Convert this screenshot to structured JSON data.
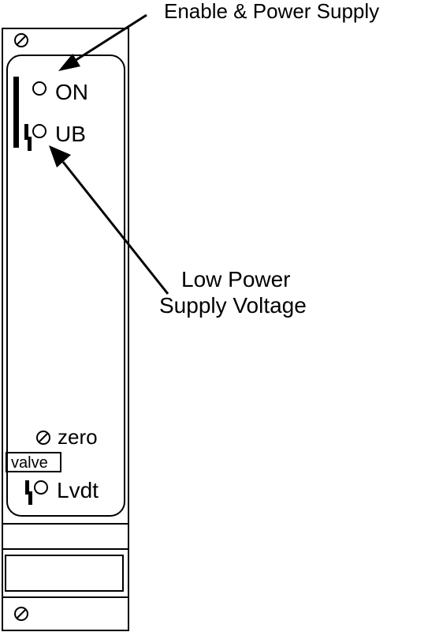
{
  "callouts": {
    "top": "Enable & Power Supply",
    "bottom_line1": "Low Power",
    "bottom_line2": "Supply Voltage"
  },
  "panel": {
    "indicators": [
      {
        "label": "ON",
        "icon": "led-circle"
      },
      {
        "label": "UB",
        "icon": "led-circle"
      }
    ],
    "zero_label": "zero",
    "valve_label": "valve",
    "lvdt_label": "Lvdt"
  },
  "icons": {
    "screws": "slotted-screw",
    "fault": "lightning-bolt",
    "enable_bar": "solid-bar"
  },
  "colors": {
    "line": "#000000",
    "background": "#ffffff"
  }
}
